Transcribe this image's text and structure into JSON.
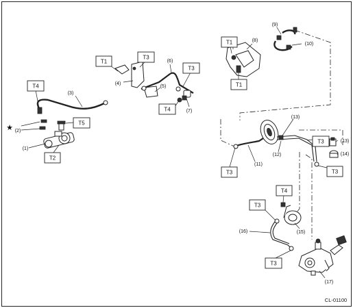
{
  "code": "CL-01100",
  "star": "★",
  "torque_labels": [
    {
      "id": "t1a",
      "text": "T1"
    },
    {
      "id": "t3a",
      "text": "T3"
    },
    {
      "id": "t3b",
      "text": "T3"
    },
    {
      "id": "t1b",
      "text": "T1"
    },
    {
      "id": "t1c",
      "text": "T1"
    },
    {
      "id": "t4a",
      "text": "T4"
    },
    {
      "id": "t4b",
      "text": "T4"
    },
    {
      "id": "t5",
      "text": "T5"
    },
    {
      "id": "t2",
      "text": "T2"
    },
    {
      "id": "t3c",
      "text": "T3"
    },
    {
      "id": "t3d",
      "text": "T3"
    },
    {
      "id": "t3e",
      "text": "T3"
    },
    {
      "id": "t4c",
      "text": "T4"
    },
    {
      "id": "t3f",
      "text": "T3"
    },
    {
      "id": "t3g",
      "text": "T3"
    }
  ],
  "part_labels": [
    {
      "id": "p1",
      "text": "(1)"
    },
    {
      "id": "p2",
      "text": "(2)"
    },
    {
      "id": "p3",
      "text": "(3)"
    },
    {
      "id": "p4",
      "text": "(4)"
    },
    {
      "id": "p5",
      "text": "(5)"
    },
    {
      "id": "p6",
      "text": "(6)"
    },
    {
      "id": "p7",
      "text": "(7)"
    },
    {
      "id": "p8",
      "text": "(8)"
    },
    {
      "id": "p9",
      "text": "(9)"
    },
    {
      "id": "p10",
      "text": "(10)"
    },
    {
      "id": "p11",
      "text": "(11)"
    },
    {
      "id": "p12",
      "text": "(12)"
    },
    {
      "id": "p13a",
      "text": "(13)"
    },
    {
      "id": "p13b",
      "text": "(13)"
    },
    {
      "id": "p14",
      "text": "(14)"
    },
    {
      "id": "p15",
      "text": "(15)"
    },
    {
      "id": "p16",
      "text": "(16)"
    },
    {
      "id": "p17",
      "text": "(17)"
    }
  ]
}
